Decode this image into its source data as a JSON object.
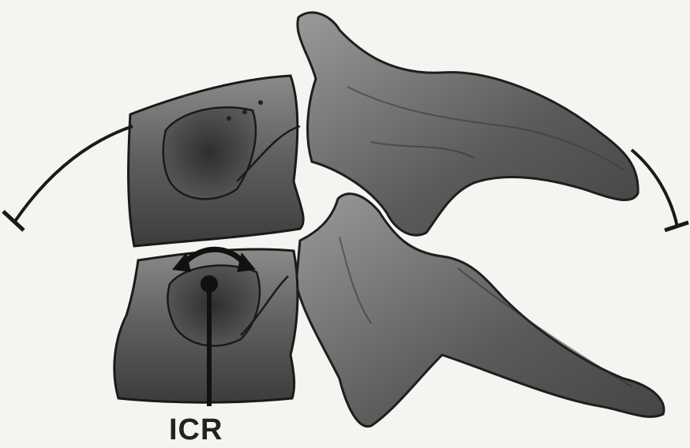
{
  "figure": {
    "annotation_label": "ICR",
    "elements": [
      "upper-vertebra",
      "lower-vertebra",
      "rotation-arc-arrow",
      "rotation-double-arrow",
      "icr-pointer"
    ]
  }
}
